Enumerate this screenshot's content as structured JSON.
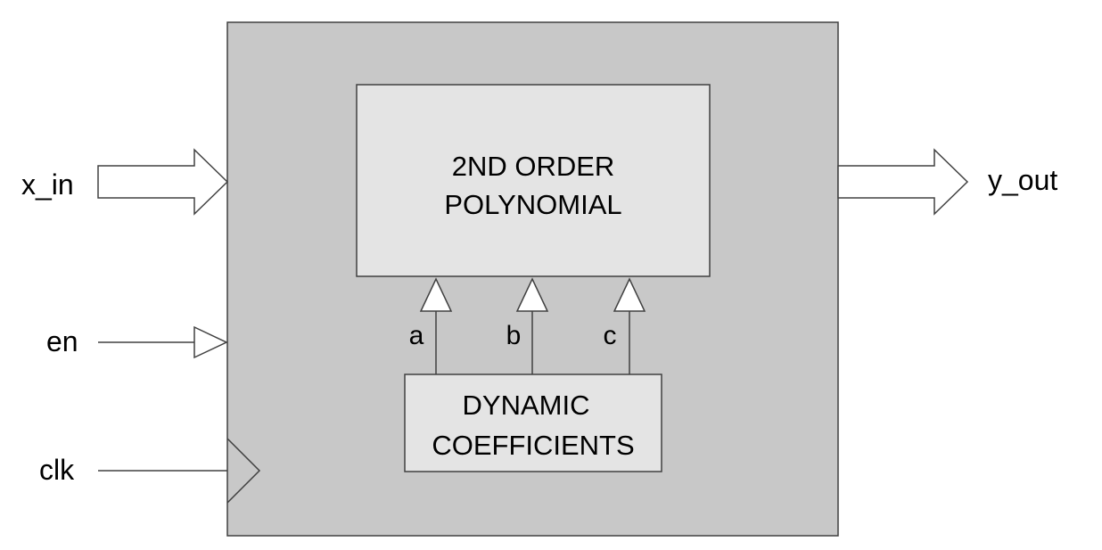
{
  "ports": {
    "x_in": "x_in",
    "en": "en",
    "clk": "clk",
    "y_out": "y_out"
  },
  "polynomial_block": {
    "line1": "2ND ORDER",
    "line2": "POLYNOMIAL"
  },
  "coefficients_block": {
    "line1": "DYNAMIC",
    "line2": "COEFFICIENTS"
  },
  "coefficients": {
    "a": "a",
    "b": "b",
    "c": "c"
  },
  "colors": {
    "outer_fill": "#c8c8c8",
    "inner_fill": "#e4e4e4",
    "stroke": "#404040",
    "arrow_fill": "#ffffff"
  }
}
